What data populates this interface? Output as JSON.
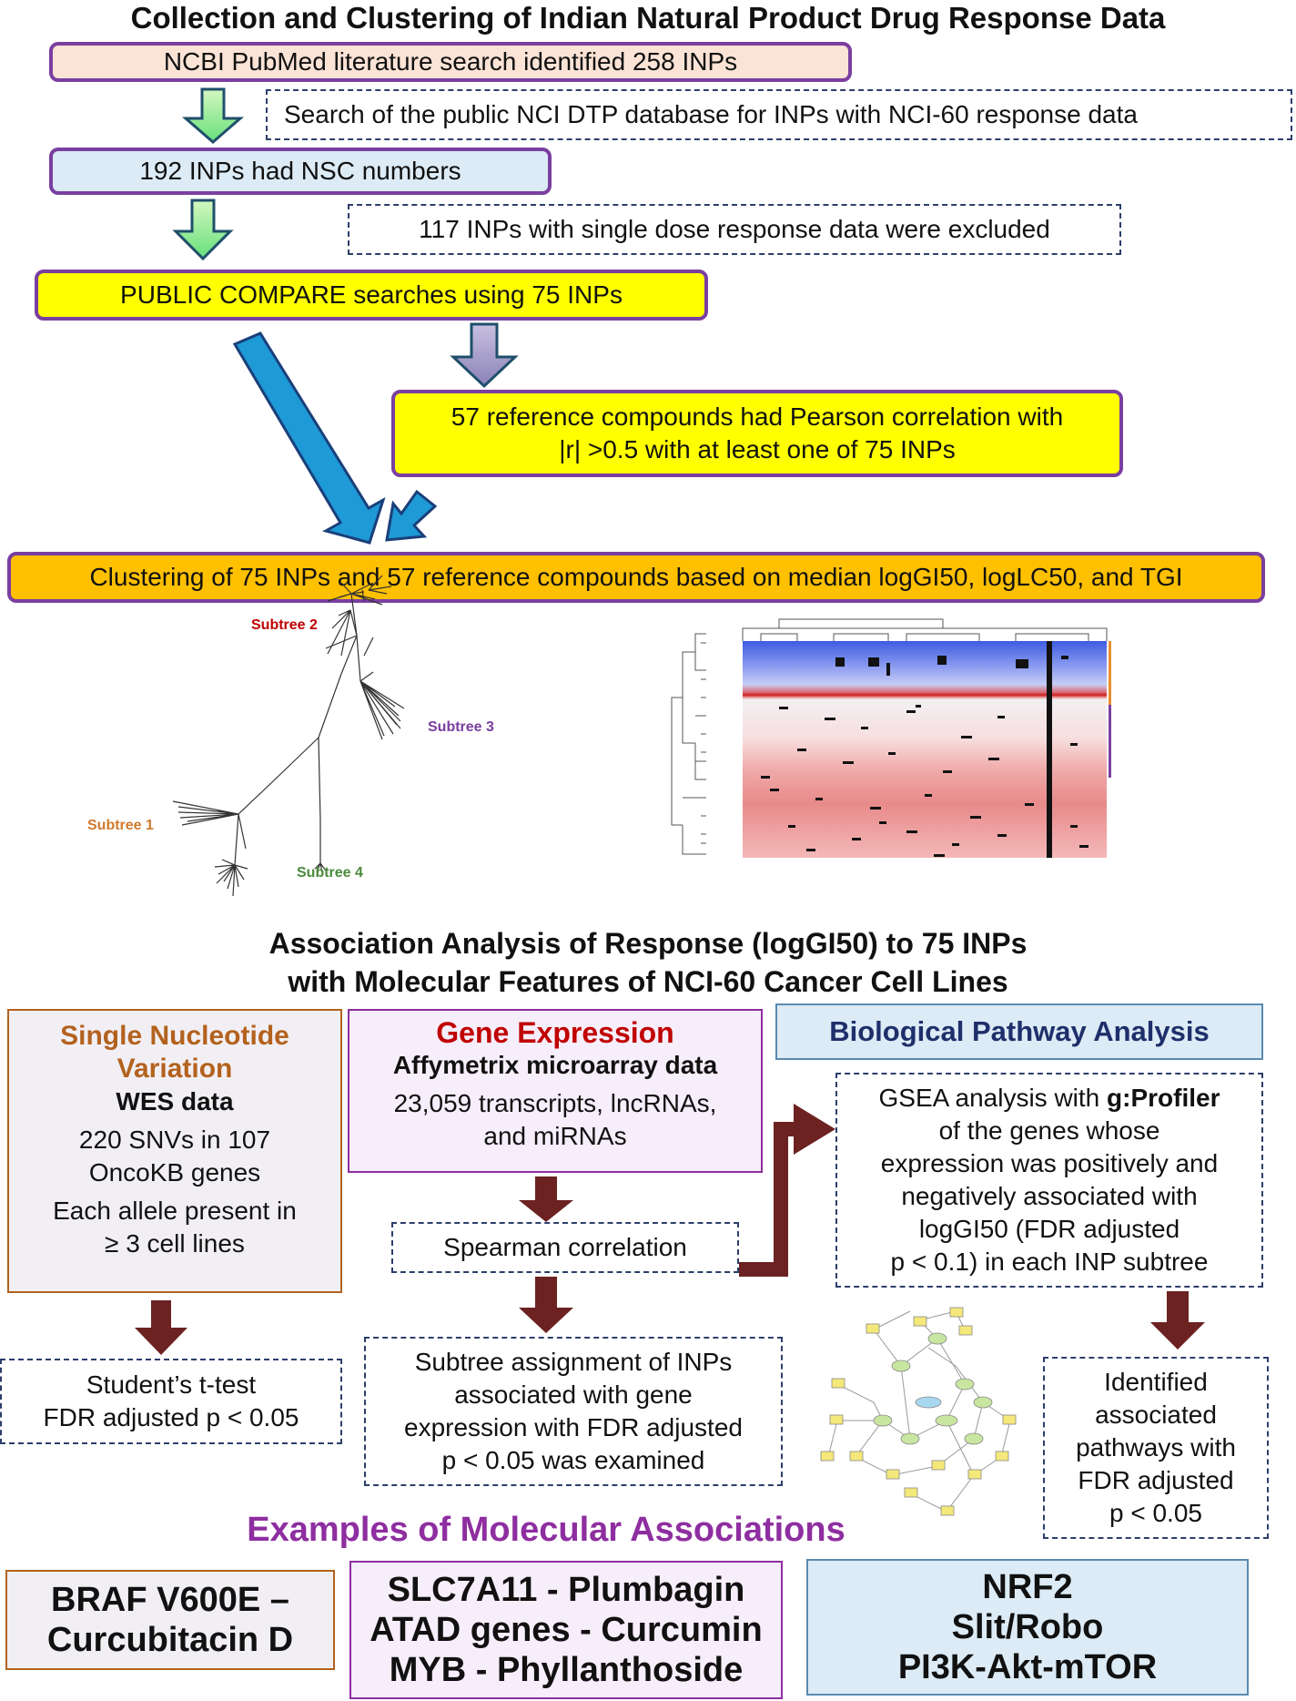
{
  "top": {
    "title": "Collection and Clustering of Indian Natural Product Drug Response Data",
    "step1": "NCBI PubMed literature search identified 258 INPs",
    "search_note": "Search of the public NCI DTP database for INPs with NCI-60 response data",
    "step2": "192 INPs had NSC numbers",
    "exclude_note": "117 INPs with single dose response data were excluded",
    "step3": "PUBLIC  COMPARE searches using 75 INPs",
    "ref_line1": "57 reference compounds had Pearson correlation with",
    "ref_line2": "|r| >0.5 with at least one of 75 INPs",
    "clustering": "Clustering of 75 INPs and 57 reference compounds based on median logGI50, logLC50, and TGI"
  },
  "tree": {
    "subtree1": "Subtree 1",
    "subtree2": "Subtree 2",
    "subtree3": "Subtree 3",
    "subtree4": "Subtree 4"
  },
  "assoc": {
    "title_line1": "Association Analysis of Response (logGI50) to 75 INPs",
    "title_line2": "with Molecular Features of NCI-60 Cancer Cell Lines"
  },
  "snv": {
    "title_line1": "Single Nucleotide",
    "title_line2": "Variation",
    "subtitle": "WES data",
    "line1": "220 SNVs in 107",
    "line2": "OncoKB genes",
    "line3": "Each allele present in",
    "line4": "≥ 3 cell lines",
    "test_line1": "Student’s t-test",
    "test_line2": "FDR adjusted p < 0.05"
  },
  "gene": {
    "title": "Gene Expression",
    "subtitle": "Affymetrix microarray data",
    "line1": "23,059 transcripts, lncRNAs,",
    "line2": "and miRNAs",
    "spearman": "Spearman correlation",
    "subtree_line1": "Subtree assignment of INPs",
    "subtree_line2": "associated with gene",
    "subtree_line3": "expression with FDR adjusted",
    "subtree_line4": "p < 0.05 was examined"
  },
  "pathway": {
    "title": "Biological Pathway Analysis",
    "gsea_line1_pre": "GSEA analysis with ",
    "gsea_line1_bold": "g:Profiler",
    "gsea_line2": "of the genes whose",
    "gsea_line3": "expression was positively and",
    "gsea_line4": "negatively associated with",
    "gsea_line5": "logGI50 (FDR adjusted",
    "gsea_line6": "p < 0.1) in each INP subtree",
    "ident_line1": "Identified",
    "ident_line2": "associated",
    "ident_line3": "pathways with",
    "ident_line4": "FDR adjusted",
    "ident_line5": "p < 0.05"
  },
  "examples": {
    "title": "Examples of Molecular Associations",
    "box1_line1": "BRAF V600E –",
    "box1_line2": "Curcubitacin D",
    "box2_line1": "SLC7A11 - Plumbagin",
    "box2_line2": "ATAD genes - Curcumin",
    "box2_line3": "MYB - Phyllanthoside",
    "box3_line1": "NRF2",
    "box3_line2": "Slit/Robo",
    "box3_line3": "PI3K-Akt-mTOR"
  },
  "colors": {
    "pink_box": "#fbe3d6",
    "blue_box": "#dcebf5",
    "yellow_box": "#ffff00",
    "orange_box": "#ffc000",
    "purple_border": "#7a3fa0",
    "snv_title": "#b3621e",
    "gene_title": "#c00000",
    "pathway_title": "#1f2f6b",
    "examples_title": "#8e2ea0",
    "dark_arrow": "#6b2221",
    "blue_arrow": "#1e9ad6"
  }
}
